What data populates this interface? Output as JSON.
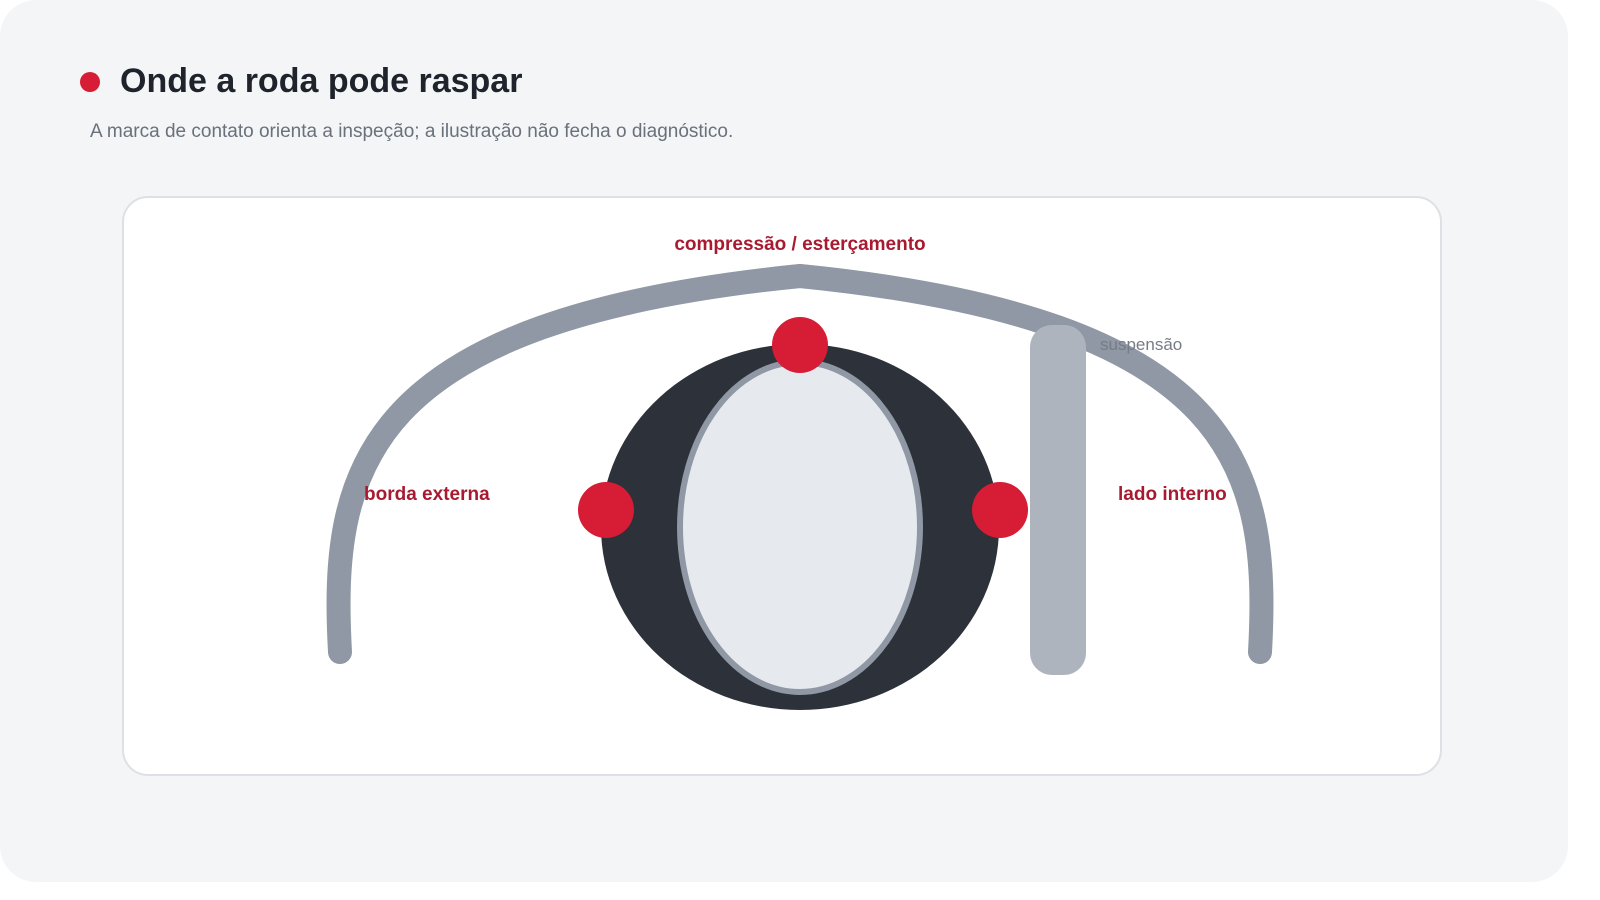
{
  "header": {
    "title": "Onde a roda pode raspar",
    "subtitle": "A marca de contato orienta a inspeção; a ilustração não fecha o diagnóstico."
  },
  "diagram": {
    "labels": {
      "top": "compressão / esterçamento",
      "left": "borda externa",
      "right": "lado interno",
      "suspension": "suspensão"
    }
  },
  "colors": {
    "accent": "#d71c35",
    "accent_text": "#a81a30",
    "arch": "#8f98a4",
    "tire": "#2d313a",
    "rim_fill": "#e6eaee",
    "suspension": "#adb4be",
    "background": "#f3f5f7"
  }
}
